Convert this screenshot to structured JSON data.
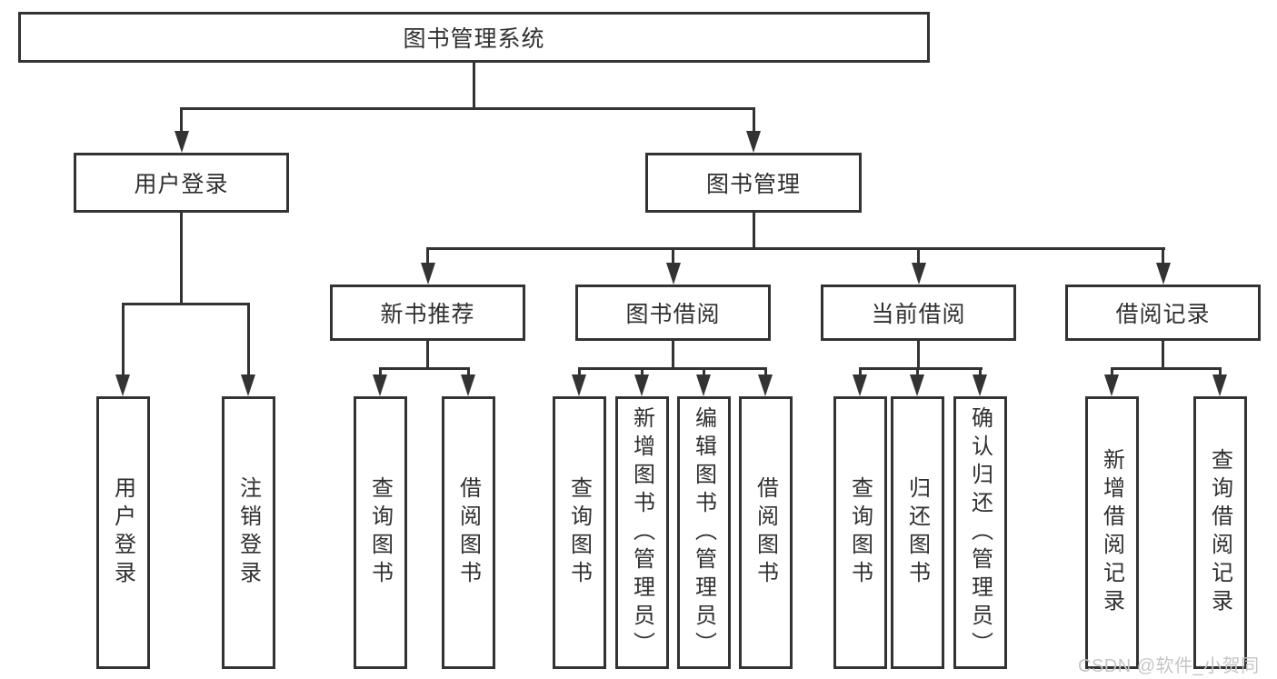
{
  "tree": {
    "label": "图书管理系统",
    "children": [
      {
        "label": "用户登录",
        "children": [
          {
            "label": "用户登录"
          },
          {
            "label": "注销登录"
          }
        ]
      },
      {
        "label": "图书管理",
        "children": [
          {
            "label": "新书推荐",
            "children": [
              {
                "label": "查询图书"
              },
              {
                "label": "借阅图书"
              }
            ]
          },
          {
            "label": "图书借阅",
            "children": [
              {
                "label": "查询图书"
              },
              {
                "label": "新增图书（管理员）"
              },
              {
                "label": "编辑图书（管理员）"
              },
              {
                "label": "借阅图书"
              }
            ]
          },
          {
            "label": "当前借阅",
            "children": [
              {
                "label": "查询图书"
              },
              {
                "label": "归还图书"
              },
              {
                "label": "确认归还（管理员）"
              }
            ]
          },
          {
            "label": "借阅记录",
            "children": [
              {
                "label": "新增借阅记录"
              },
              {
                "label": "查询借阅记录"
              }
            ]
          }
        ]
      }
    ]
  },
  "watermark": {
    "text": "CSDN @软件_小贺同学"
  },
  "colors": {
    "line": "#333333",
    "text": "#2f2f2f",
    "watermark": "#c5c5c5",
    "background": "#ffffff"
  }
}
